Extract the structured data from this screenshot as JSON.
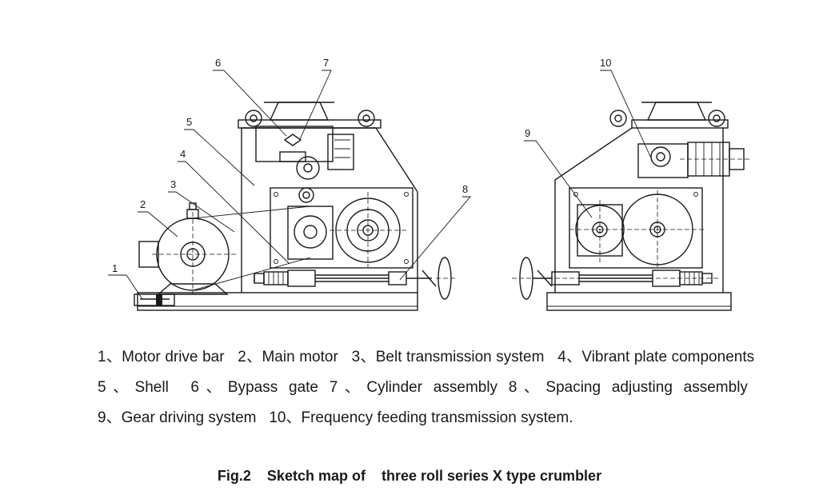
{
  "diagram": {
    "callouts": [
      "1",
      "2",
      "3",
      "4",
      "5",
      "6",
      "7",
      "8",
      "9",
      "10"
    ]
  },
  "legend": {
    "items": [
      "1、Motor drive bar",
      "2、Main motor",
      "3、Belt transmission system",
      "4、Vibrant plate components",
      "5、Shell",
      "6、Bypass gate",
      "7、Cylinder assembly",
      "8、Spacing adjusting assembly",
      "9、Gear driving system",
      "10、Frequency feeding transmission system."
    ]
  },
  "caption": "Fig.2    Sketch map of    three roll series X type crumbler"
}
